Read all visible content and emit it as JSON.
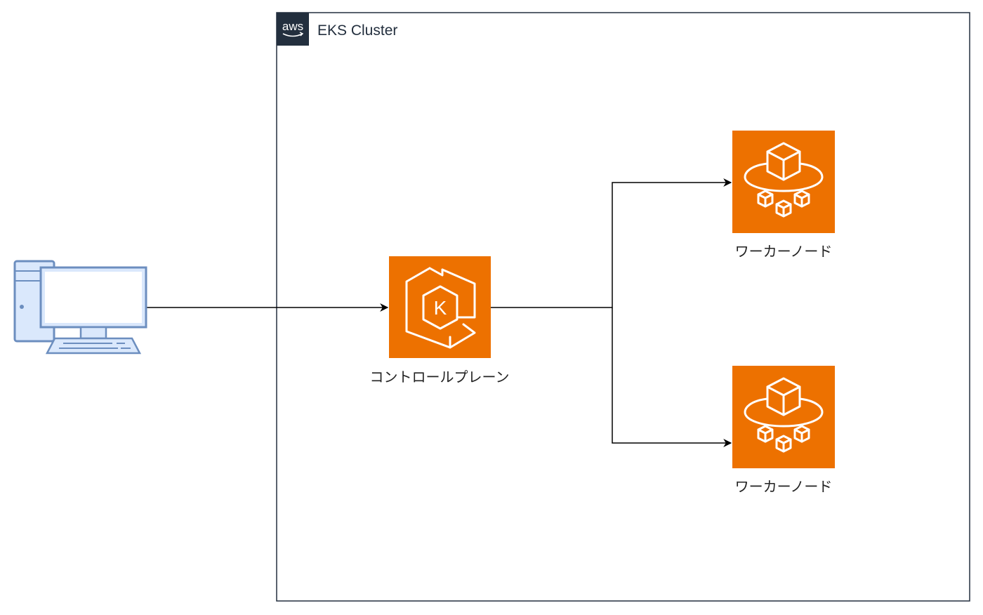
{
  "cluster": {
    "badge_text": "aws",
    "title": "EKS Cluster"
  },
  "nodes": {
    "client": {
      "icon": "desktop-computer-icon"
    },
    "control_plane": {
      "label": "コントロールプレーン",
      "icon": "eks-kubernetes-icon",
      "badge_letter": "K"
    },
    "worker_1": {
      "label": "ワーカーノード",
      "icon": "eks-worker-node-icon"
    },
    "worker_2": {
      "label": "ワーカーノード",
      "icon": "eks-worker-node-icon"
    }
  },
  "colors": {
    "aws_orange": "#ED7100",
    "aws_dark": "#232F3E",
    "cluster_border": "#232F3E",
    "computer_blue": "#6C8EBF",
    "computer_fill": "#DAE8FC",
    "connector": "#000000"
  }
}
